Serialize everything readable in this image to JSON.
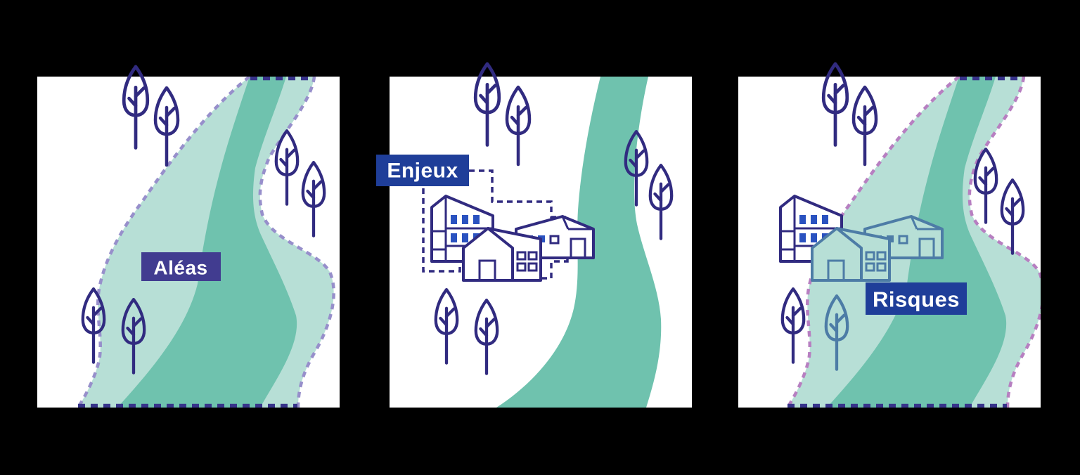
{
  "colors": {
    "background": "#000000",
    "panel": "#ffffff",
    "flood": "#b7dfd6",
    "river": "#6fc2ae",
    "boundary1": "#978fcb",
    "boundary3": "#b77fc1",
    "edge": "#37338a",
    "outline": "#312b80",
    "window": "#2a52c0",
    "flooded": "#4d7ca6",
    "badge_indigo": "#413c90",
    "badge_blue": "#1f3e99",
    "label_text": "#ffffff"
  },
  "panels": [
    {
      "id": "aleas",
      "label": "Aléas"
    },
    {
      "id": "enjeux",
      "label": "Enjeux"
    },
    {
      "id": "risques",
      "label": "Risques"
    }
  ],
  "icons": {
    "tree": "tree-icon",
    "apartment": "apartment-building-icon",
    "house": "house-icon",
    "barn": "barn-icon",
    "river": "river-shape",
    "flood_zone": "flood-zone-shape"
  }
}
